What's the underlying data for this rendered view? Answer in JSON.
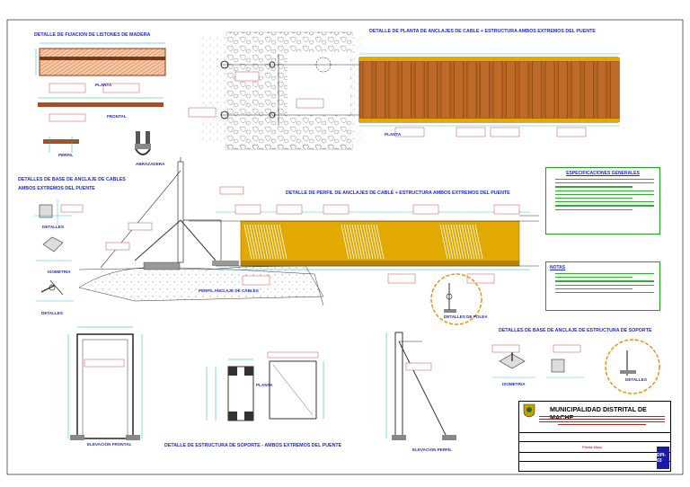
{
  "titles": {
    "fijacion": "DETALLE DE FIJACION DE LISTONES DE MADERA",
    "planta_anclajes": "DETALLE DE PLANTA DE ANCLAJES DE CABLE + ESTRUCTURA AMBOS EXTREMOS DEL PUENTE",
    "base_anclaje_cables_1": "DETALLES DE BASE DE ANCLAJE DE CABLES",
    "base_anclaje_cables_2": "AMBOS EXTREMOS DEL PUENTE",
    "perfil_anclajes": "DETALLE DE PERFIL DE ANCLAJES DE CABLE + ESTRUCTURA AMBOS EXTREMOS DEL PUENTE",
    "base_anclaje_soporte": "DETALLES DE BASE DE ANCLAJE DE ESTRUCTURA DE SOPORTE",
    "estructura_soporte": "DETALLE DE ESTRUCTURA DE SOPORTE - AMBOS EXTREMOS DEL PUENTE"
  },
  "labels": {
    "planta": "PLANTA",
    "frontal": "FRONTAL",
    "perfil": "PERFIL",
    "abrazadera": "ABRAZADERA",
    "detalles": "DETALLES",
    "isometria": "ISOMETRIA",
    "detalles_2": "DETALLES",
    "planta_anclaje": "PLANTA",
    "detalles_polea": "DETALLES DE POLEA",
    "perfil_anclaje_cables": "PERFIL ANCLAJE DE CABLES",
    "isometria_soporte": "ISOMETRIA",
    "detalles_soporte": "DETALLES",
    "elevacion_frontal": "ELEVACION FRONTAL",
    "planta_soporte": "PLANTA",
    "elevacion_perfil": "ELEVACION PERFIL"
  },
  "spec_boxes": {
    "general": "ESPECIFICACIONES GENERALES",
    "notas": "NOTAS"
  },
  "title_block": {
    "municipality": "MUNICIPALIDAD DISTRITAL DE MACHE",
    "sheet_name": "Planta Mazo",
    "sheet_code": "DPI-03"
  },
  "colors": {
    "title_blue": "#1e2ad8",
    "wood_brown": "#a0522d",
    "deck_yellow": "#e2a900",
    "dim_cyan": "#00b4c8",
    "spec_green": "#1aa51a",
    "detail_orange": "#f08a00"
  }
}
